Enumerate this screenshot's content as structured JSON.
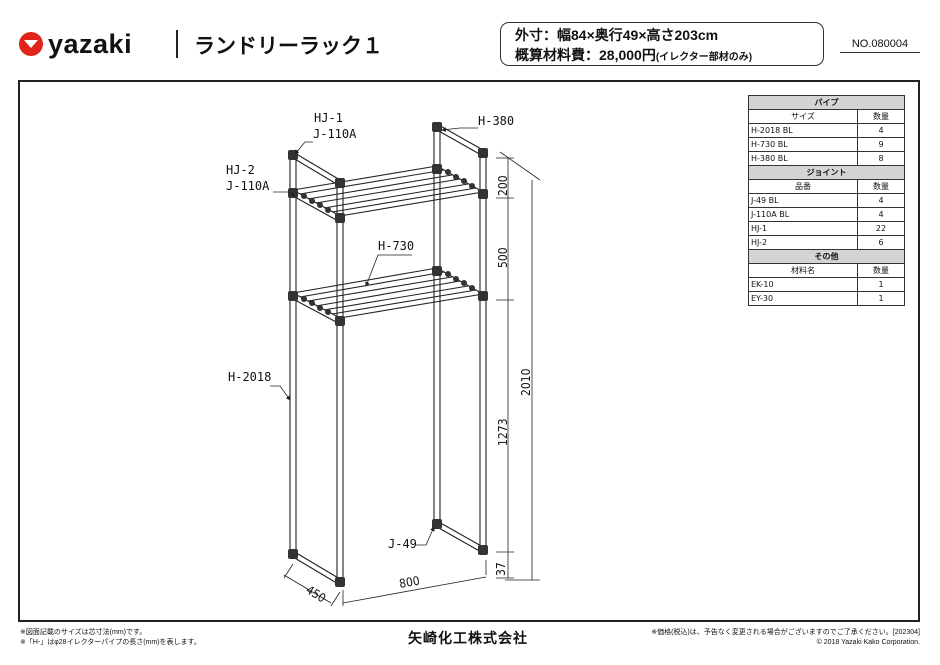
{
  "header": {
    "logo_text": "yazaki",
    "title": "ランドリーラック１",
    "spec_size": "外寸：幅84×奥行49×高さ203cm",
    "spec_price_label": "概算材料費：28,000円",
    "spec_price_note": "(イレクター部材のみ)",
    "doc_number": "NO.080004"
  },
  "parts_table": {
    "pipe_section": "パイプ",
    "pipe_col_name": "サイズ",
    "pipe_col_qty": "数量",
    "pipes": [
      {
        "name": "H-2018 BL",
        "qty": "4"
      },
      {
        "name": "H-730 BL",
        "qty": "9"
      },
      {
        "name": "H-380 BL",
        "qty": "8"
      }
    ],
    "joint_section": "ジョイント",
    "joint_col_name": "品番",
    "joint_col_qty": "数量",
    "joints": [
      {
        "name": "J-49 BL",
        "qty": "4"
      },
      {
        "name": "J-110A BL",
        "qty": "4"
      },
      {
        "name": "HJ-1",
        "qty": "22"
      },
      {
        "name": "HJ-2",
        "qty": "6"
      }
    ],
    "other_section": "その他",
    "other_col_name": "材料名",
    "other_col_qty": "数量",
    "others": [
      {
        "name": "EK-10",
        "qty": "1"
      },
      {
        "name": "EY-30",
        "qty": "1"
      }
    ]
  },
  "drawing": {
    "labels": {
      "hj1": "HJ-1",
      "j110a_top": "J-110A",
      "hj2": "HJ-2",
      "j110a_mid": "J-110A",
      "h380": "H-380",
      "h730": "H-730",
      "h2018": "H-2018",
      "j49": "J-49"
    },
    "dimensions": {
      "d200": "200",
      "d500": "500",
      "d2010": "2010",
      "d1273": "1273",
      "d37": "37",
      "d450": "450",
      "d800": "800"
    }
  },
  "footer": {
    "note1": "※図面記載のサイズは芯寸法(mm)です。",
    "note2": "※「H-」はφ28イレクターパイプの長さ(mm)を表します。",
    "company": "矢崎化工株式会社",
    "note3": "※価格(税込)は、予告なく変更される場合がございますのでご了承ください。[202304]",
    "copyright": "© 2018 Yazaki Kako Corporation."
  },
  "colors": {
    "logo_red": "#e2231a",
    "table_header_bg": "#d4d4d4",
    "line": "#222222"
  }
}
